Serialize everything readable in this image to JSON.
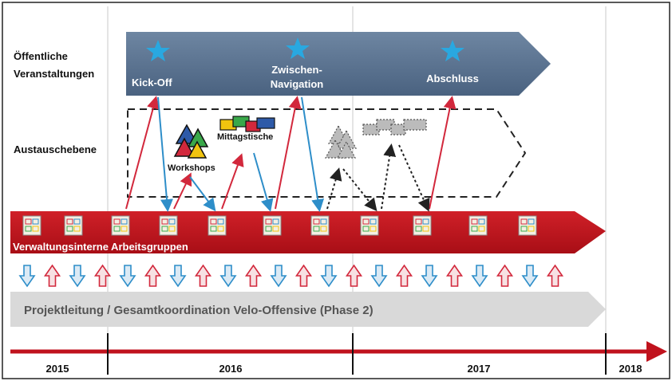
{
  "rows": {
    "public_events": [
      "Öffentliche",
      "Veranstaltungen"
    ],
    "exchange": "Austauschebene"
  },
  "events": {
    "kickoff": "Kick-Off",
    "midway": [
      "Zwischen-",
      "Navigation"
    ],
    "final": "Abschluss"
  },
  "exchange_items": {
    "workshops": "Workshops",
    "round_tables": "Mittagstische"
  },
  "working_groups": "Verwaltungsinterne Arbeitsgruppen",
  "coordination": "Projektleitung  / Gesamtkoordination  Velo-Offensive (Phase 2)",
  "timeline": {
    "years": [
      "2015",
      "2016",
      "2017",
      "2018"
    ]
  },
  "arrow_sequence": [
    "down",
    "up",
    "down",
    "up",
    "down",
    "up",
    "down",
    "up",
    "down",
    "up",
    "down",
    "up",
    "down",
    "up",
    "down",
    "up",
    "down",
    "up",
    "down",
    "up",
    "down",
    "up"
  ],
  "colors": {
    "event_band": "#5b7390",
    "working_band": "#c0121d",
    "coordination_band": "#d9d9d9",
    "star": "#29a8e0",
    "red_link": "#d2283c",
    "blue_link": "#2e8ec9",
    "timeline": "#c0121d"
  }
}
